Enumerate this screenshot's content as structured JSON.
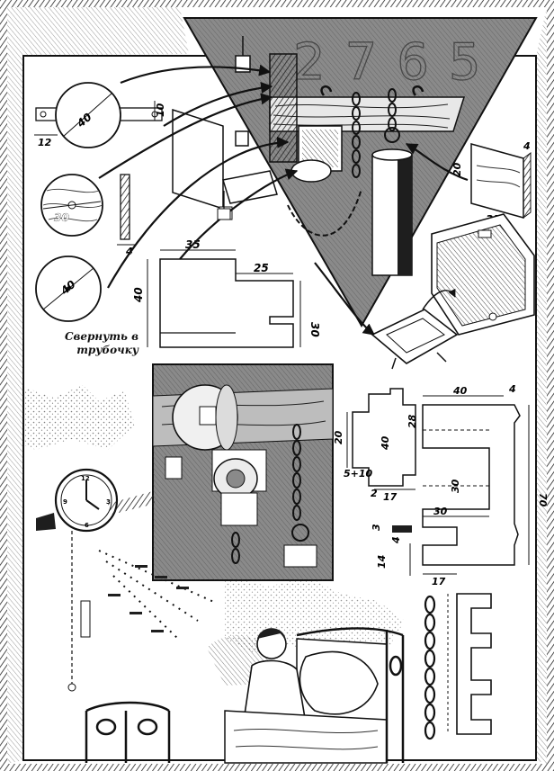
{
  "watermark_digits": "2765",
  "instruction_note": [
    "Свернуть в",
    "трубочку"
  ],
  "dimensions": {
    "disc1_diameter": "40",
    "bracket_width": "10",
    "bracket_offset": "12",
    "disc2_diameter": "30",
    "rod_length": "4",
    "disc3_diameter": "40",
    "sheet_width": "35",
    "sheet_height": "40",
    "sheet_tab": "25",
    "sheet_side": "30",
    "clip_height": "20",
    "clip_width": "35",
    "clip_depth": "4",
    "pattern_top": "40",
    "pattern_edge": "4",
    "pattern_side": "28",
    "pattern_inner": "40",
    "pattern_left": "20",
    "pattern_slot": "5+10",
    "pattern_step": "2",
    "pattern_base": "17",
    "pattern_mid": "30",
    "pattern_total": "70",
    "pattern_lower": "30",
    "pattern_tab_a": "3",
    "pattern_tab_b": "4",
    "pattern_bottom": "14",
    "pattern_foot": "17"
  },
  "colors": {
    "ink": "#111111",
    "paper": "#ffffff",
    "shade": "#8a8a8a",
    "dark": "#1e1e1e"
  }
}
